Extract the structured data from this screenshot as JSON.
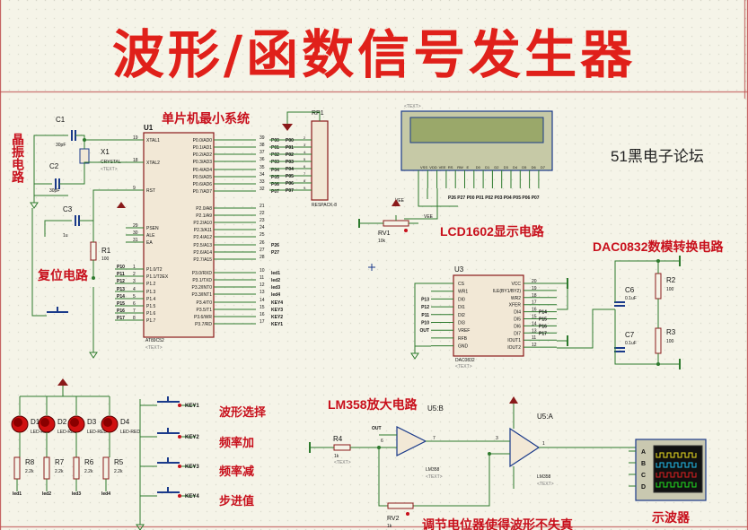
{
  "title": "波形/函数信号发生器",
  "labels": {
    "mcu_system": "单片机最小系统",
    "crystal_circuit": "晶振电路",
    "reset_circuit": "复位电路",
    "lcd_circuit": "LCD1602显示电路",
    "dac_circuit": "DAC0832数模转换电路",
    "amp_circuit": "LM358放大电路",
    "pot_note": "调节电位器使得波形不失真",
    "oscilloscope": "示波器",
    "forum": "51黑电子论坛"
  },
  "buttons": [
    {
      "ref": "KEY1",
      "label": "波形选择"
    },
    {
      "ref": "KEY2",
      "label": "频率加"
    },
    {
      "ref": "KEY3",
      "label": "频率减"
    },
    {
      "ref": "KEY4",
      "label": "步进值"
    }
  ],
  "components": {
    "c1": {
      "ref": "C1",
      "value": "30pF"
    },
    "c2": {
      "ref": "C2",
      "value": "30pF"
    },
    "c3": {
      "ref": "C3",
      "value": "1u"
    },
    "c6": {
      "ref": "C6",
      "value": "0.1uF"
    },
    "c7": {
      "ref": "C7",
      "value": "0.1uF"
    },
    "x1": {
      "ref": "X1",
      "value": "CRYSTAL"
    },
    "r1": {
      "ref": "R1",
      "value": "100"
    },
    "r2": {
      "ref": "R2",
      "value": "100"
    },
    "r3": {
      "ref": "R3",
      "value": "100"
    },
    "r4": {
      "ref": "R4",
      "value": "1k"
    },
    "rv1": {
      "ref": "RV1",
      "value": "10k"
    },
    "rv2": {
      "ref": "RV2",
      "value": "1k"
    },
    "u1": {
      "ref": "U1",
      "part": "AT89C52"
    },
    "u3": {
      "ref": "U3",
      "part": "DAC0832"
    },
    "u5a": {
      "ref": "U5:A",
      "part": "LM358"
    },
    "u5b": {
      "ref": "U5:B",
      "part": "LM358"
    },
    "rp1": {
      "ref": "RP1",
      "part": "RESPACK-8"
    },
    "vee": "VEE",
    "text_tag": "<TEXT>"
  },
  "leds": [
    {
      "ref": "D1",
      "value": "LED-RED"
    },
    {
      "ref": "D2",
      "value": "LED-RED"
    },
    {
      "ref": "D3",
      "value": "LED-RED"
    },
    {
      "ref": "D4",
      "value": "LED-RED"
    }
  ],
  "led_resistors": [
    {
      "ref": "R8",
      "value": "2.2k",
      "net": "led1"
    },
    {
      "ref": "R7",
      "value": "2.2k",
      "net": "led2"
    },
    {
      "ref": "R6",
      "value": "2.2k",
      "net": "led3"
    },
    {
      "ref": "R5",
      "value": "2.2k",
      "net": "led4"
    }
  ],
  "u1_pins_left": [
    {
      "num": "19",
      "name": "XTAL1"
    },
    {
      "num": "18",
      "name": "XTAL2"
    },
    {
      "num": "9",
      "name": "RST"
    },
    {
      "num": "29",
      "name": "PSEN"
    },
    {
      "num": "30",
      "name": "ALE"
    },
    {
      "num": "31",
      "name": "EA"
    },
    {
      "num": "1",
      "name": "P1.0/T2",
      "net": "P10"
    },
    {
      "num": "2",
      "name": "P1.1/T2EX",
      "net": "P11"
    },
    {
      "num": "3",
      "name": "P1.2",
      "net": "P12"
    },
    {
      "num": "4",
      "name": "P1.3",
      "net": "P13"
    },
    {
      "num": "5",
      "name": "P1.4",
      "net": "P14"
    },
    {
      "num": "6",
      "name": "P1.5",
      "net": "P15"
    },
    {
      "num": "7",
      "name": "P1.6",
      "net": "P16"
    },
    {
      "num": "8",
      "name": "P1.7",
      "net": "P17"
    }
  ],
  "u1_pins_right": [
    {
      "num": "39",
      "name": "P0.0/AD0",
      "net": "P00"
    },
    {
      "num": "38",
      "name": "P0.1/AD1",
      "net": "P01"
    },
    {
      "num": "37",
      "name": "P0.2/AD2",
      "net": "P02"
    },
    {
      "num": "36",
      "name": "P0.3/AD3",
      "net": "P03"
    },
    {
      "num": "35",
      "name": "P0.4/AD4",
      "net": "P04"
    },
    {
      "num": "34",
      "name": "P0.5/AD5",
      "net": "P05"
    },
    {
      "num": "33",
      "name": "P0.6/AD6",
      "net": "P06"
    },
    {
      "num": "32",
      "name": "P0.7/AD7",
      "net": "P07"
    },
    {
      "num": "21",
      "name": "P2.0/A8"
    },
    {
      "num": "22",
      "name": "P2.1/A9"
    },
    {
      "num": "23",
      "name": "P2.2/A10"
    },
    {
      "num": "24",
      "name": "P2.3/A11"
    },
    {
      "num": "25",
      "name": "P2.4/A12"
    },
    {
      "num": "26",
      "name": "P2.5/A13",
      "net": "P26"
    },
    {
      "num": "27",
      "name": "P2.6/A14",
      "net": "P27"
    },
    {
      "num": "28",
      "name": "P2.7/A15"
    },
    {
      "num": "10",
      "name": "P3.0/RXD",
      "net": "led1"
    },
    {
      "num": "11",
      "name": "P3.1/TXD",
      "net": "led2"
    },
    {
      "num": "12",
      "name": "P3.2/INT0",
      "net": "led3"
    },
    {
      "num": "13",
      "name": "P3.3/INT1",
      "net": "led4"
    },
    {
      "num": "14",
      "name": "P3.4/T0",
      "net": "KEY4"
    },
    {
      "num": "15",
      "name": "P3.5/T1",
      "net": "KEY3"
    },
    {
      "num": "16",
      "name": "P3.6/WR",
      "net": "KEY2"
    },
    {
      "num": "17",
      "name": "P3.7/RD",
      "net": "KEY1"
    }
  ],
  "lcd_pins": [
    "VSS",
    "VDD",
    "VEE",
    "RS",
    "RW",
    "E",
    "D0",
    "D1",
    "D2",
    "D3",
    "D4",
    "D5",
    "D6",
    "D7"
  ],
  "lcd_nets": [
    "P26",
    "P27",
    "P00",
    "P01",
    "P02",
    "P03",
    "P04",
    "P05",
    "P06",
    "P07"
  ],
  "dac_left_pins": [
    {
      "name": "CS",
      "net": ""
    },
    {
      "name": "WR1",
      "net": ""
    },
    {
      "name": "DI0",
      "net": "P13"
    },
    {
      "name": "DI1",
      "net": "P12"
    },
    {
      "name": "DI2",
      "net": "P11"
    },
    {
      "name": "DI3",
      "net": "P10"
    },
    {
      "name": "VREF",
      "net": "OUT"
    },
    {
      "name": "RFB",
      "net": ""
    },
    {
      "name": "GND",
      "net": ""
    }
  ],
  "dac_right_pins": [
    {
      "num": "20",
      "name": "VCC",
      "net": ""
    },
    {
      "num": "19",
      "name": "ILE(BY1/BY2)",
      "net": ""
    },
    {
      "num": "18",
      "name": "WR2",
      "net": ""
    },
    {
      "num": "17",
      "name": "XFER",
      "net": ""
    },
    {
      "num": "16",
      "name": "DI4",
      "net": "P14"
    },
    {
      "num": "15",
      "name": "DI5",
      "net": "P15"
    },
    {
      "num": "14",
      "name": "DI6",
      "net": "P16"
    },
    {
      "num": "13",
      "name": "DI7",
      "net": "P17"
    },
    {
      "num": "11",
      "name": "IOUT1",
      "net": ""
    },
    {
      "num": "12",
      "name": "IOUT2",
      "net": ""
    }
  ],
  "osc_channels": [
    "A",
    "B",
    "C",
    "D"
  ],
  "amp_nets": {
    "out": "OUT",
    "pin6": "6",
    "pin7": "7",
    "pin3": "3",
    "pin1": "1"
  }
}
